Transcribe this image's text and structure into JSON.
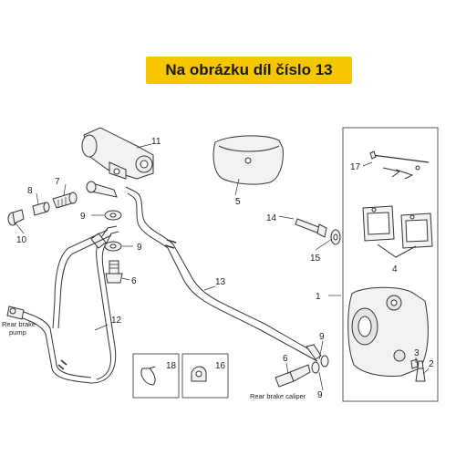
{
  "banner": {
    "title": "Na obrázku díl číslo 13"
  },
  "labels": {
    "p1": "1",
    "p2": "2",
    "p3": "3",
    "p4": "4",
    "p5": "5",
    "p6a": "6",
    "p6b": "6",
    "p7": "7",
    "p8": "8",
    "p9a": "9",
    "p9b": "9",
    "p9c": "9",
    "p9d": "9",
    "p10": "10",
    "p11": "11",
    "p12": "12",
    "p13": "13",
    "p14": "14",
    "p15": "15",
    "p16": "16",
    "p17": "17",
    "p18": "18"
  },
  "captions": {
    "pump_line1": "Rear brake",
    "pump_line2": "pump",
    "caliper": "Rear brake caliper"
  },
  "colors": {
    "banner": "#f6c700",
    "line": "#333333",
    "part_fill": "#f2f2f2"
  }
}
